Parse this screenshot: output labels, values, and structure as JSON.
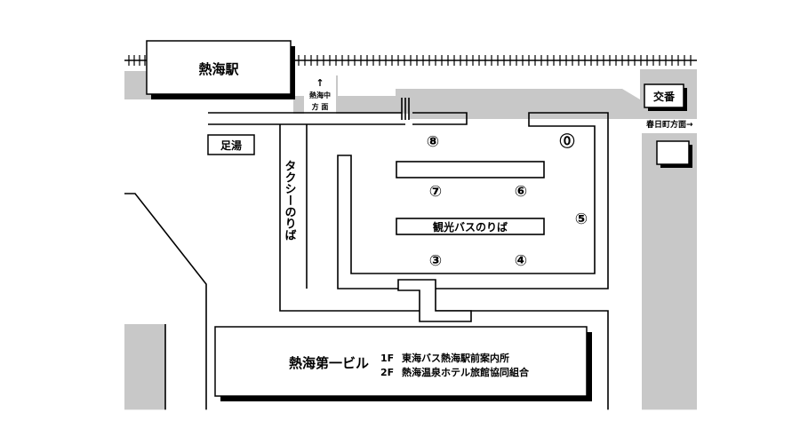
{
  "station": "熱海駅",
  "koban": "交番",
  "ashiyu": "足湯",
  "direction_atami_naka": {
    "arrow": "↑",
    "col1": "熱海中",
    "col2": "方 面"
  },
  "direction_kasugacho": "春日町方面→",
  "taxi_stand": "タクシーのりば",
  "sightseeing_bus": "観光バスのりば",
  "bus_stops": {
    "s8": "⑧",
    "s0": "⓪",
    "s7": "⑦",
    "s6": "⑥",
    "s5": "⑤",
    "s3": "③",
    "s4": "④"
  },
  "building": {
    "name": "熱海第一ビル",
    "floor1": "1F",
    "floor1_text": "東海バス熱海駅前案内所",
    "floor2": "2F",
    "floor2_text": "熱海温泉ホテル旅館協同組合"
  },
  "colors": {
    "gray_area": "#c8c8c8",
    "line": "#000000",
    "background": "#ffffff"
  }
}
